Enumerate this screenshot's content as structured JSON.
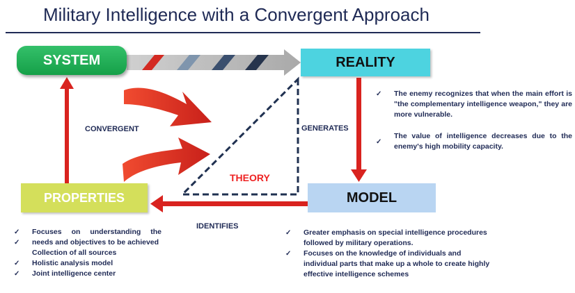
{
  "title": "Military Intelligence with a Convergent Approach",
  "nodes": {
    "system": "SYSTEM",
    "reality": "REALITY",
    "model": "MODEL",
    "properties": "PROPERTIES"
  },
  "labels": {
    "convergent": "CONVERGENT",
    "generates": "GENERATES",
    "identifies": "IDENTIFIES",
    "theory": "THEORY"
  },
  "reality_notes": [
    "The enemy recognizes that when the main effort is \"the complementary intelligence weapon,\" they are more vulnerable.",
    "The value of intelligence decreases due to the enemy's high mobility capacity."
  ],
  "model_notes": [
    "Greater emphasis on special intelligence procedures followed by military operations.",
    "Focuses on the knowledge of individuals and individual parts that make up a whole to create highly effective intelligence schemes"
  ],
  "properties_notes": [
    "Focuses on understanding the needs and objectives to be achieved",
    "Collection of all sources",
    "Holistic analysis model",
    "Joint intelligence center"
  ],
  "colors": {
    "title": "#1f2a55",
    "system": "#15a048",
    "reality": "#4dd3e0",
    "model": "#b9d5f2",
    "properties": "#d4df5b",
    "arrow_red": "#d9231f",
    "theory_text": "#ee2222",
    "triangle": "#1f3050"
  },
  "icons": {
    "bullet": "check-icon"
  }
}
